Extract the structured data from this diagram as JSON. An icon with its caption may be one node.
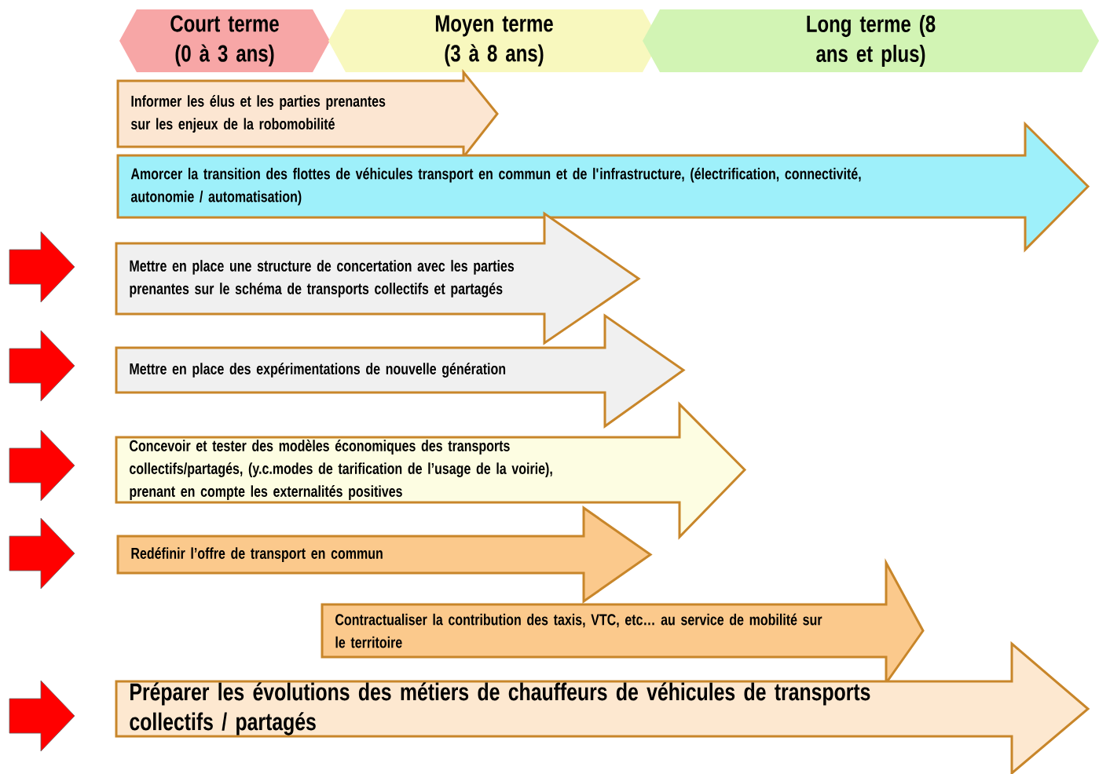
{
  "diagram": {
    "nodes": [
      {
        "text": [
          "Court terme (0 à 3 ans)"
        ]
      },
      {
        "text": [
          "Moyen terme (3 à 8 ans)"
        ]
      },
      {
        "text": [
          "Long terme (8 ans et plus)"
        ]
      },
      {
        "text": [
          "Informer les élus et les parties prenantes sur les enjeux de la robomobilité"
        ]
      },
      {
        "text": [
          "Amorcer la transition des flottes de véhicules transport en commun et de l'infrastructure, (électrification, connectivité, autonomie / automatisation)"
        ]
      },
      {
        "text": [
          "Mettre en place une structure de concertation avec les parties prenantes sur le schéma de transports collectifs et partagés"
        ]
      },
      {
        "text": [
          "Mettre en place des expérimentations de nouvelle génération"
        ]
      },
      {
        "text": [
          "Concevoir et tester des modèles économiques des transports collectifs/partagés, (y.c.modes de tarification de l’usage de la voirie), prenant en compte les externalités positives"
        ]
      },
      {
        "text": [
          "Redéfinir l’offre de transport en commun"
        ]
      },
      {
        "text": [
          "Contractualiser la contribution des taxis, VTC, etc… au service de mobilité sur le territoire"
        ]
      },
      {
        "text": [
          "Préparer les évolutions des métiers de chauffeurs de véhicules de transports collectifs / partagés"
        ]
      }
    ],
    "edges": []
  }
}
